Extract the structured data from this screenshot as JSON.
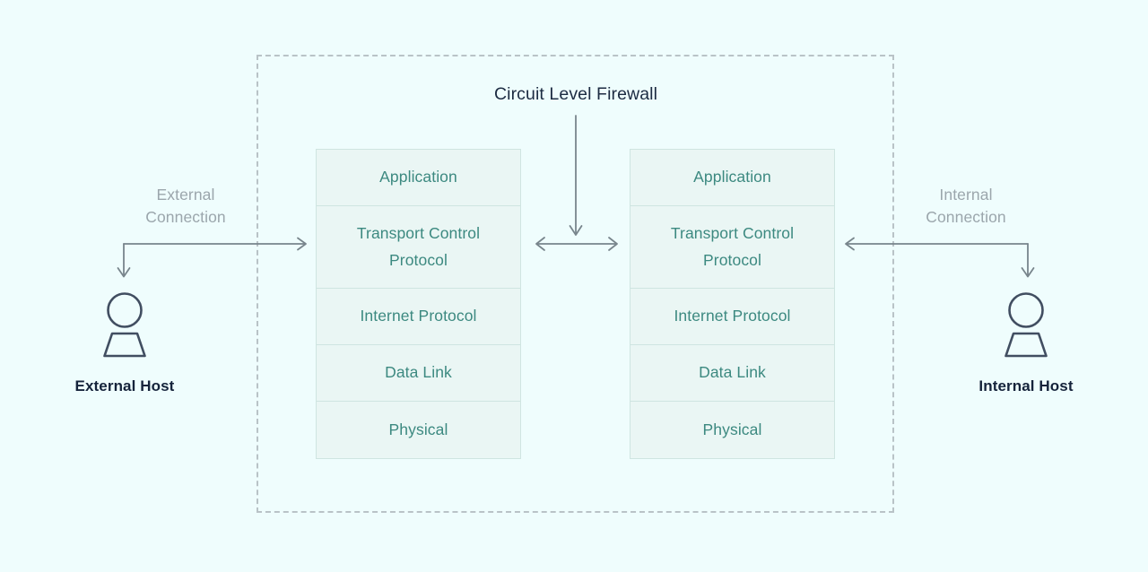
{
  "diagram": {
    "title": "Circuit Level Firewall",
    "background_color": "#effdfd",
    "boundary_style": "dashed",
    "boundary_color": "#b9c3c7"
  },
  "colors": {
    "stack_fill": "#eaf6f4",
    "stack_border": "#cfe5e1",
    "layer_text": "#3c8980",
    "title_text": "#1c2b42",
    "host_label_text": "#15233b",
    "connection_label_text": "#9ba6ac",
    "arrow": "#78858c",
    "host_icon": "#414e61"
  },
  "stacks": {
    "left": {
      "name": "External protocol stack",
      "layers": [
        {
          "label": "Application"
        },
        {
          "label": "Transport Control Protocol"
        },
        {
          "label": "Internet Protocol"
        },
        {
          "label": "Data Link"
        },
        {
          "label": "Physical"
        }
      ]
    },
    "right": {
      "name": "Internal protocol stack",
      "layers": [
        {
          "label": "Application"
        },
        {
          "label": "Transport Control Protocol"
        },
        {
          "label": "Internet Protocol"
        },
        {
          "label": "Data Link"
        },
        {
          "label": "Physical"
        }
      ]
    }
  },
  "hosts": {
    "external": {
      "label": "External Host",
      "icon": "person-icon"
    },
    "internal": {
      "label": "Internal Host",
      "icon": "person-icon"
    }
  },
  "connections": {
    "external": {
      "line1": "External",
      "line2": "Connection"
    },
    "internal": {
      "line1": "Internal",
      "line2": "Connection"
    }
  },
  "arrows": [
    {
      "name": "external-connection-arrow",
      "direction": "right-then-down"
    },
    {
      "name": "internal-connection-arrow",
      "direction": "left-then-down"
    },
    {
      "name": "firewall-pointer-arrow",
      "direction": "down"
    },
    {
      "name": "stack-interchange-arrow",
      "direction": "bidirectional-horizontal"
    }
  ]
}
